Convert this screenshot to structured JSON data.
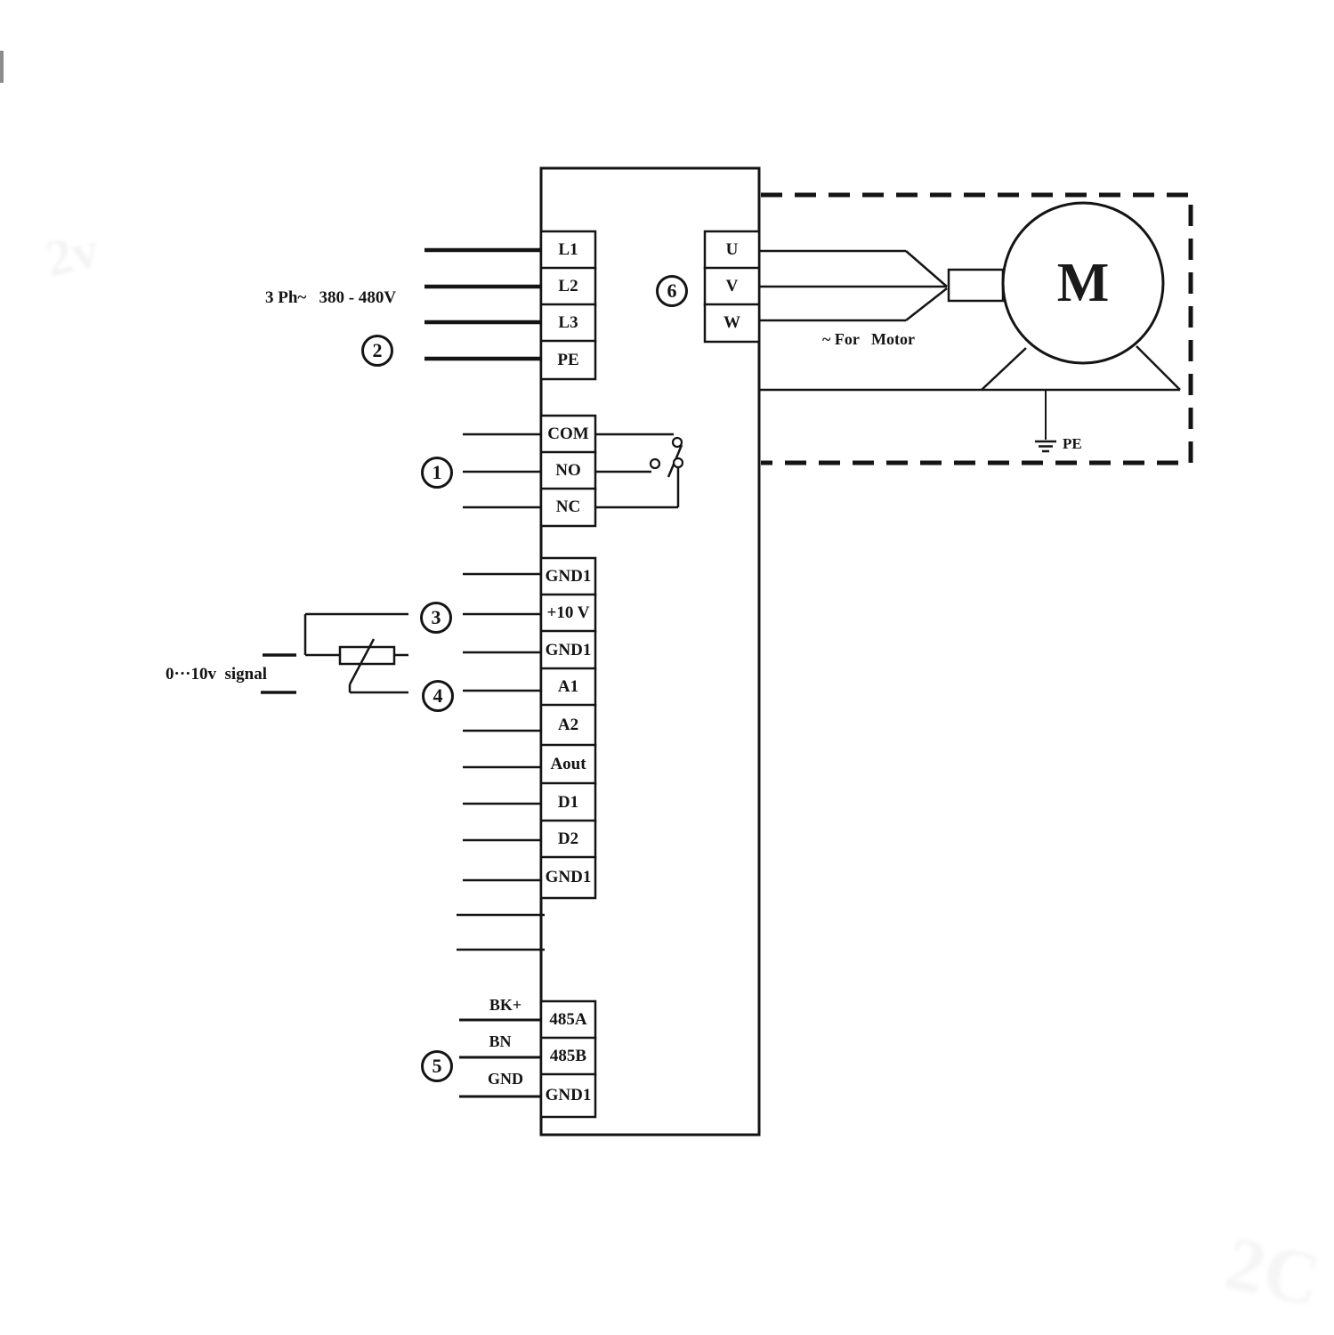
{
  "colors": {
    "line": "#141414",
    "background": "#ffffff"
  },
  "labels": {
    "power_input": "3 Ph~   380 - 480V",
    "analog_signal": "0···10v  signal",
    "for_motor": "~ For   Motor",
    "motor_ground": "PE",
    "motor": "M"
  },
  "callouts": [
    "1",
    "2",
    "3",
    "4",
    "5",
    "6"
  ],
  "terminals": {
    "left": [
      "L1",
      "L2",
      "L3",
      "PE",
      "COM",
      "NO",
      "NC",
      "GND1",
      "+10 V",
      "GND1",
      "A1",
      "A2",
      "Aout",
      "D1",
      "D2",
      "GND1",
      "485A",
      "485B",
      "GND1"
    ],
    "output": [
      "U",
      "V",
      "W"
    ],
    "rs485_external": [
      "BK+",
      "BN",
      "GND"
    ]
  },
  "artifacts": {
    "watermark_top_left": "2v",
    "watermark_bottom_right": "2C"
  }
}
